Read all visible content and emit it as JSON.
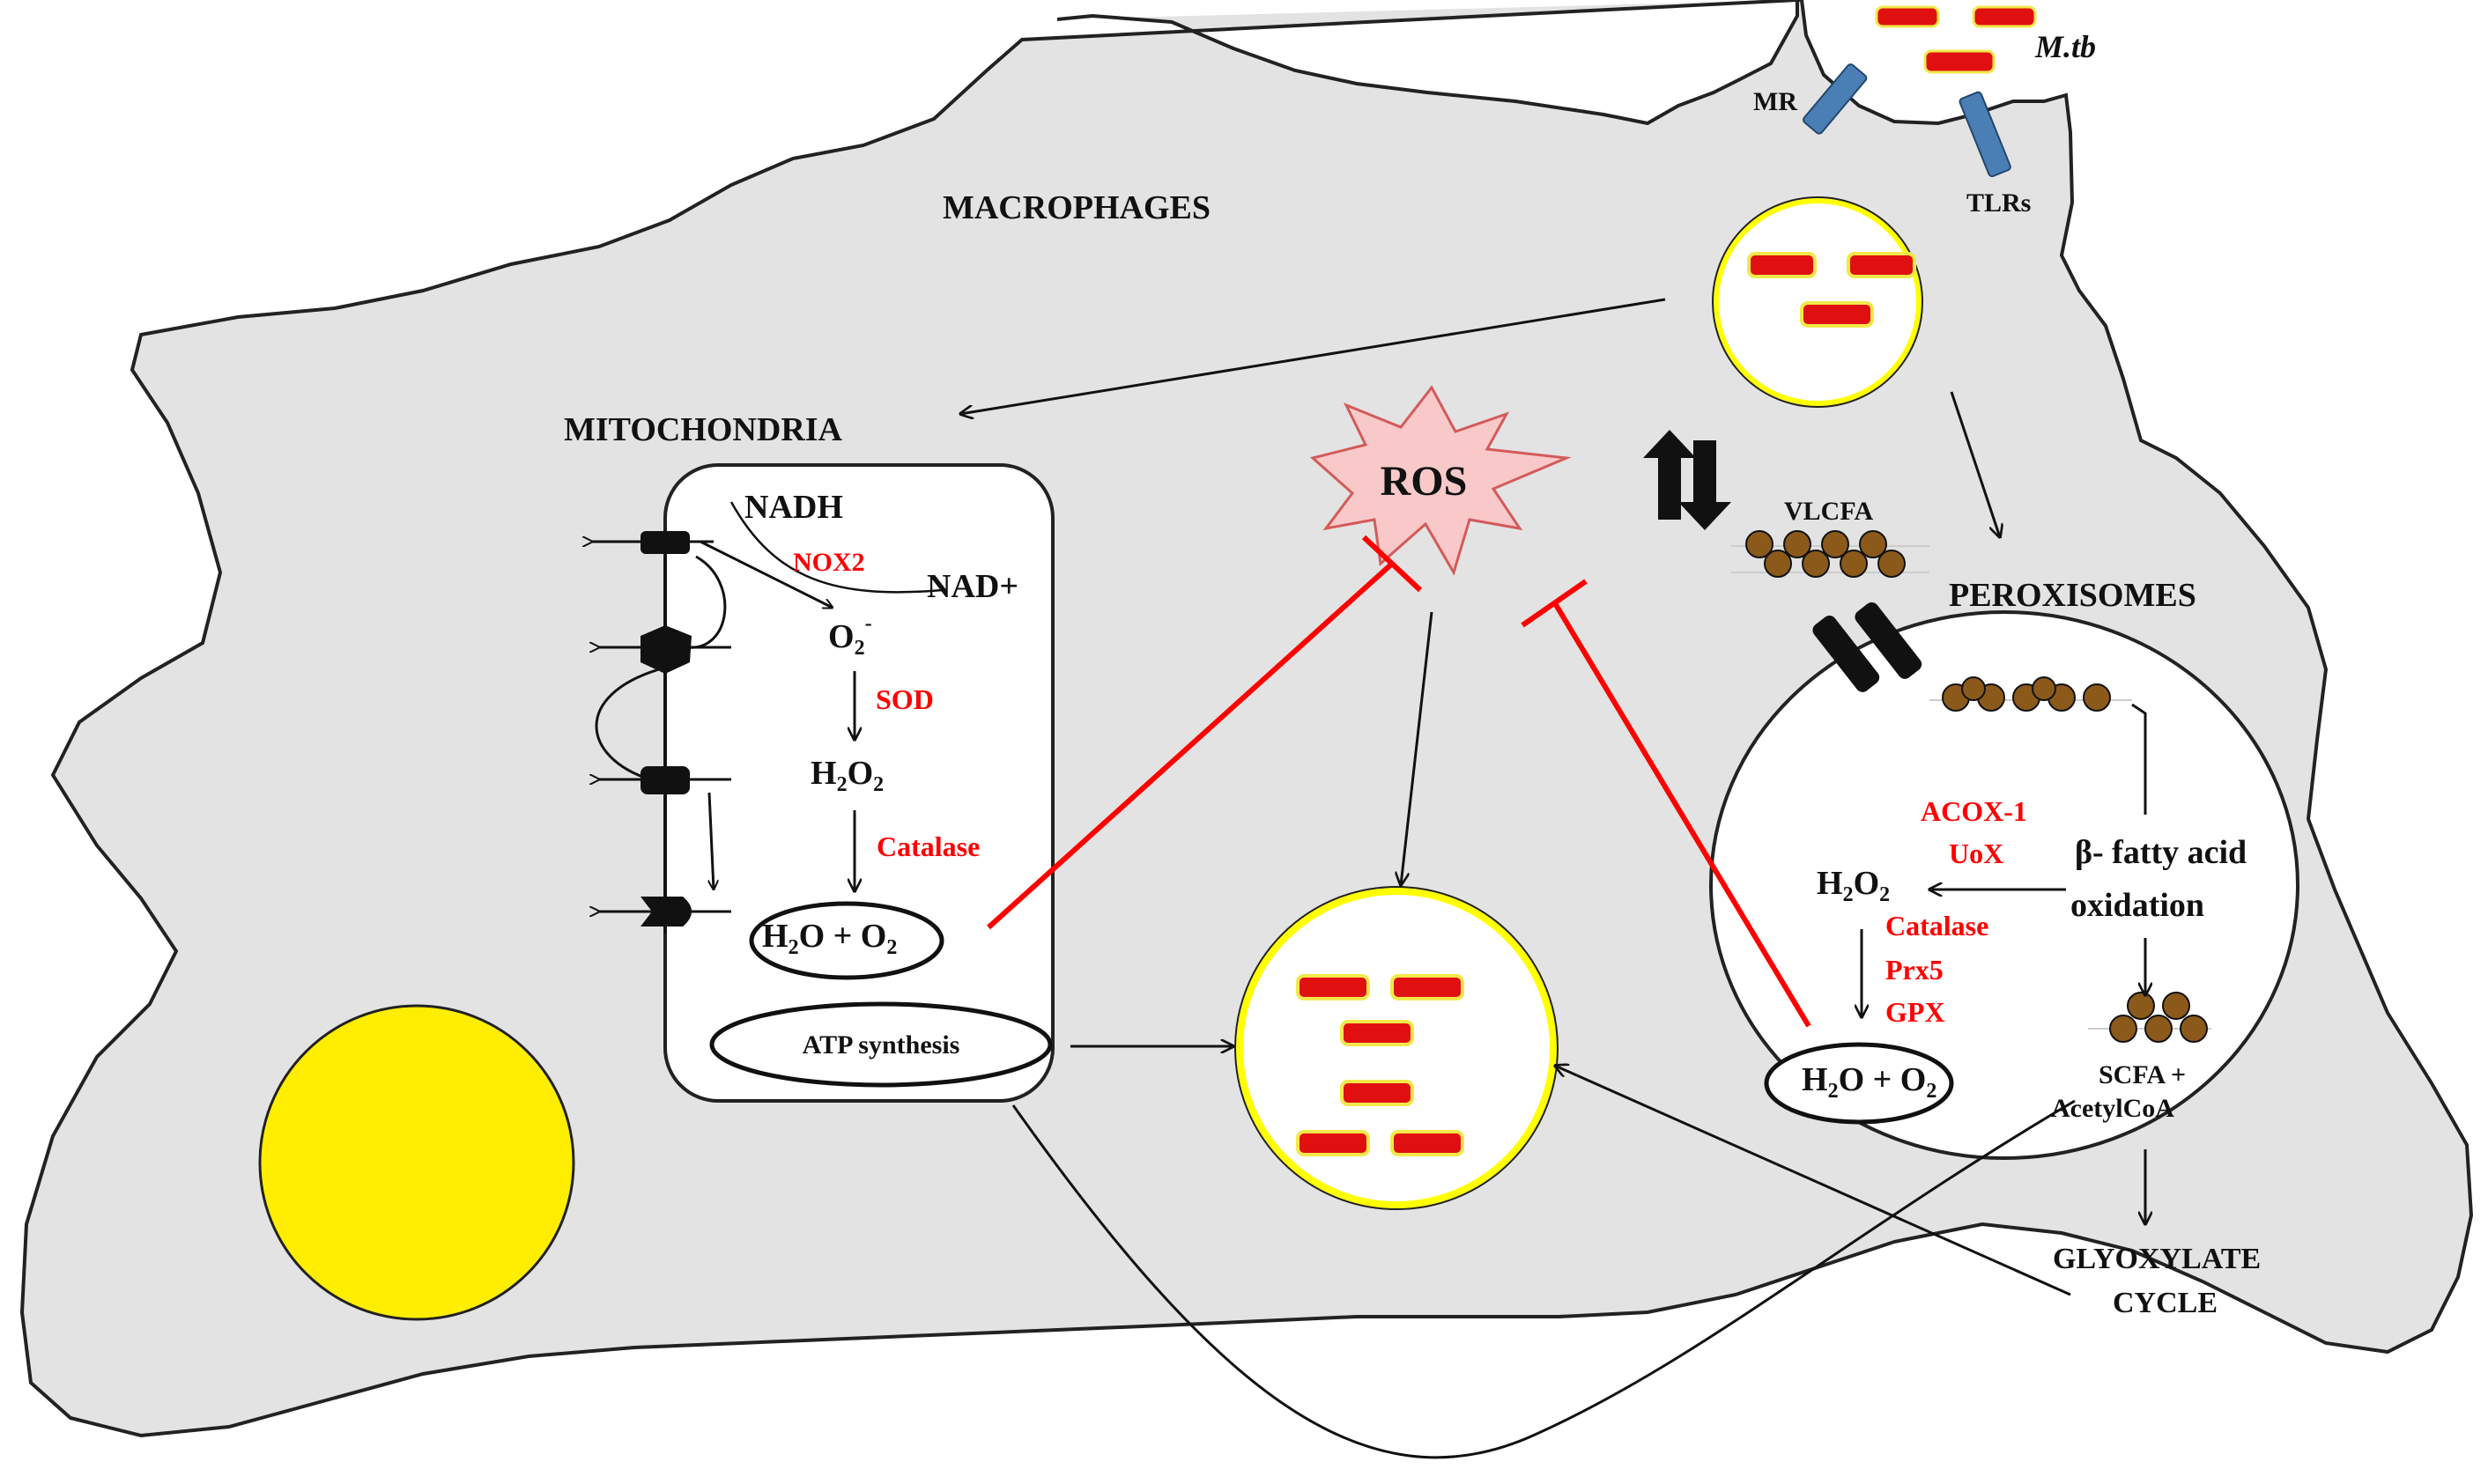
{
  "colors": {
    "cell": "#e3e3e3",
    "bacterium": "#e01010",
    "bacterium_outline": "#f2e84a",
    "phagosome_ring": "#ffff00",
    "nucleus": "#ffee00",
    "receptor": "#4a7fb5",
    "lipid": "#8b5a1b",
    "inhibit": "#ff0000",
    "ros_fill": "#f9c9c9",
    "ros_stroke": "#d45a5a"
  },
  "labels": {
    "pathogen": "M.tb",
    "mr": "MR",
    "tlrs": "TLRs",
    "macrophages": "MACROPHAGES",
    "mitochondria": "MITOCHONDRIA",
    "ros": "ROS",
    "vlcfa": "VLCFA",
    "peroxisomes": "PEROXISOMES"
  },
  "mitochondria": {
    "nadh": "NADH",
    "nox2": "NOX2",
    "nad": "NAD+",
    "o2": "O",
    "o2_sub": "2",
    "o2_sup": "-",
    "sod": "SOD",
    "h2o2_h": "H",
    "h2o2_2a": "2",
    "h2o2_o": "O",
    "h2o2_2b": "2",
    "catalase": "Catalase",
    "h2o_h": "H",
    "h2o_2": "2",
    "h2o_rest": "O + O",
    "h2o_o2": "2",
    "atp": "ATP synthesis"
  },
  "peroxisome": {
    "acox": "ACOX-1",
    "uox": "UoX",
    "beta1": "β- fatty acid",
    "beta2": "oxidation",
    "h2o2_h": "H",
    "h2o2_2a": "2",
    "h2o2_o": "O",
    "h2o2_2b": "2",
    "catalase": "Catalase",
    "prx5": "Prx5",
    "gpx": "GPX",
    "h2o_h": "H",
    "h2o_2": "2",
    "h2o_rest": "O + O",
    "h2o_o2": "2",
    "scfa": "SCFA  +",
    "acetyl": "AcetylCoA",
    "glyox1": "GLYOXYLATE",
    "glyox2": "CYCLE"
  }
}
